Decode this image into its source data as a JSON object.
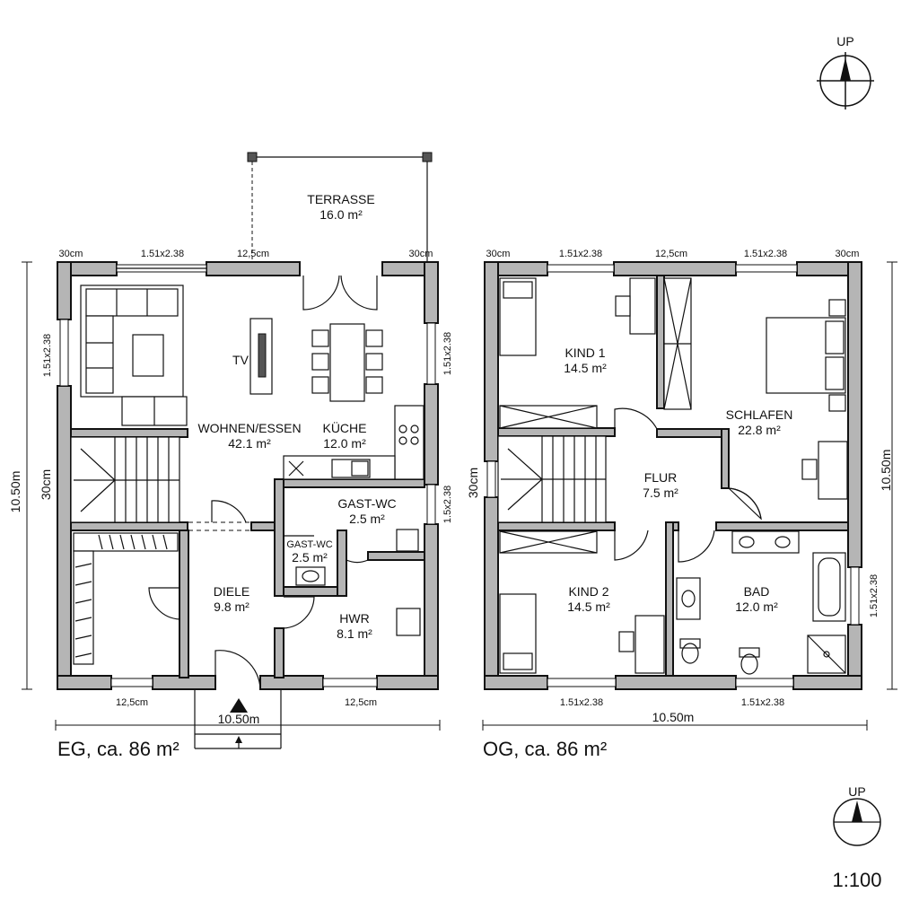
{
  "floors": {
    "eg": {
      "caption": "EG, ca. 86 m²",
      "width_dim": "10.50m",
      "height_dim": "10.50m",
      "stair_dim": "30cm",
      "rooms": {
        "terrasse": {
          "name": "TERRASSE",
          "area": "16.0 m²"
        },
        "wohnen": {
          "name": "WOHNEN/ESSEN",
          "area": "42.1 m²"
        },
        "kueche": {
          "name": "KÜCHE",
          "area": "12.0 m²"
        },
        "gastwc1": {
          "name": "GAST-WC",
          "area": "2.5 m²"
        },
        "gastwc2": {
          "name": "GAST-WC",
          "area": "2.5 m²"
        },
        "diele": {
          "name": "DIELE",
          "area": "9.8 m²"
        },
        "hwr": {
          "name": "HWR",
          "area": "8.1 m²"
        }
      },
      "tv_label": "TV",
      "labels": {
        "top_left": "30cm",
        "top_window": "1.51x2.38",
        "top_mid": "12,5cm",
        "top_right": "30cm",
        "left_window": "1.51x2.38",
        "right_window": "1.51x2.38",
        "right_window2": "1.5x2.38",
        "bottom_left": "12,5cm",
        "bottom_right": "12,5cm"
      }
    },
    "og": {
      "caption": "OG, ca. 86 m²",
      "width_dim": "10.50m",
      "height_dim": "10.50m",
      "stair_dim": "30cm",
      "rooms": {
        "kind1": {
          "name": "KIND 1",
          "area": "14.5 m²"
        },
        "schlafen": {
          "name": "SCHLAFEN",
          "area": "22.8 m²"
        },
        "flur": {
          "name": "FLUR",
          "area": "7.5 m²"
        },
        "kind2": {
          "name": "KIND 2",
          "area": "14.5 m²"
        },
        "bad": {
          "name": "BAD",
          "area": "12.0 m²"
        }
      },
      "labels": {
        "top_left": "30cm",
        "top_window1": "1.51x2.38",
        "top_mid": "12,5cm",
        "top_window2": "1.51x2.38",
        "top_right": "30cm",
        "right_window": "1.51x2.38",
        "bottom_window1": "1.51x2.38",
        "bottom_window2": "1.51x2.38"
      }
    }
  },
  "compass": {
    "top": "UP",
    "bottom": "UP"
  },
  "scale": "1:100"
}
